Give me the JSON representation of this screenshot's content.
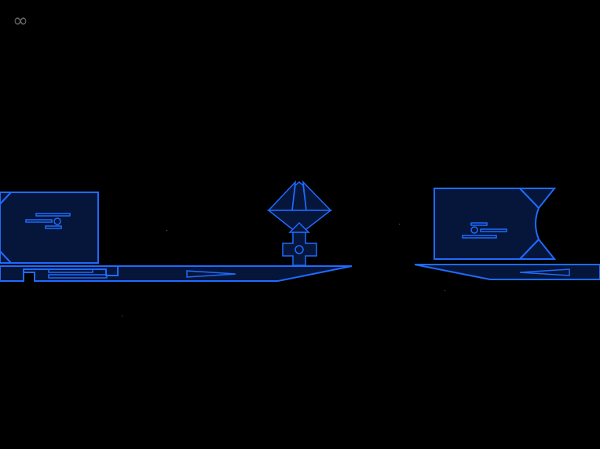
{
  "hud": {
    "lives_symbol": "∞"
  },
  "colors": {
    "background": "#000000",
    "stroke": "#1f6bff",
    "fill": "#06163a",
    "hud_text": "#666666",
    "star": "#3a6cff"
  },
  "icons": {
    "lives": "infinity-icon",
    "left_module": "left-docking-module",
    "right_module": "right-docking-module",
    "player": "player-lander-ship"
  }
}
